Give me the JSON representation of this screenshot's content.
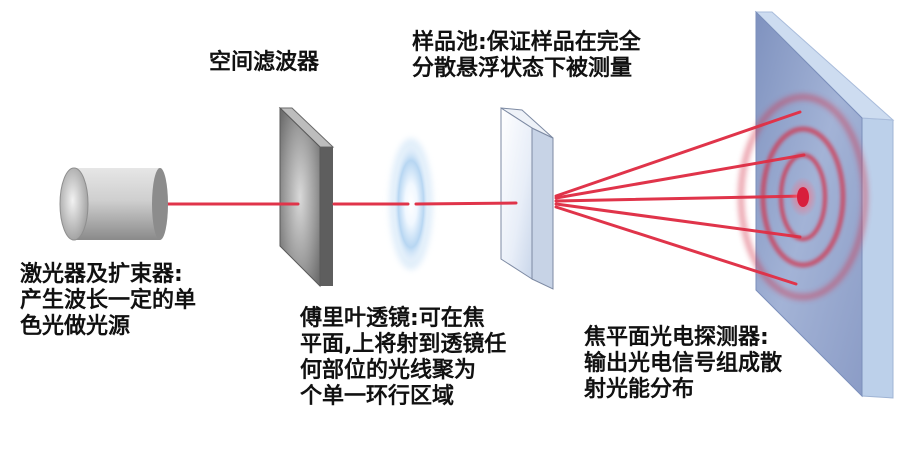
{
  "labels": {
    "spatial_filter": "空间滤波器",
    "sample_cell": [
      "样品池:保证样品在完全",
      "分散悬浮状态下被测量"
    ],
    "laser": [
      "激光器及扩束器:",
      "产生波长一定的单",
      "色光做光源"
    ],
    "fourier_lens": [
      "傅里叶透镜:可在焦",
      "平面,上将射到透镜任",
      "何部位的光线聚为",
      "个单一环行区域"
    ],
    "detector": [
      "焦平面光电探测器:",
      "输出光电信号组成散",
      "射光能分布"
    ]
  },
  "colors": {
    "beam": "#e0344a",
    "ring": "#d4304a",
    "detector_face": "#8a9cc4",
    "detector_edge": "#b9cbe6",
    "filter_plate": "#7b7b7b",
    "lens_glow": "#a9cdf0",
    "laser_body": "#c9c9c9"
  }
}
